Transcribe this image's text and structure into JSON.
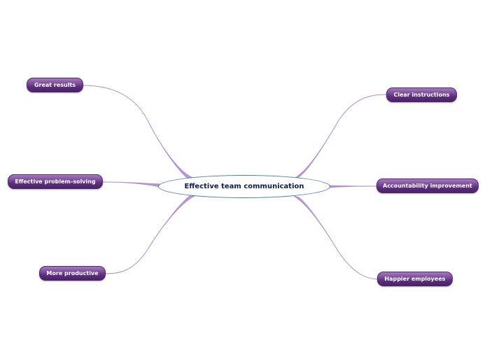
{
  "central_topic": {
    "label": "Effective team communication"
  },
  "left_topics": [
    {
      "label": "Great results"
    },
    {
      "label": "Effective problem-solving"
    },
    {
      "label": "More productive"
    }
  ],
  "right_topics": [
    {
      "label": "Clear instructions"
    },
    {
      "label": "Accountability improvement"
    },
    {
      "label": "Happier employees"
    }
  ],
  "colors": {
    "topic_fill": "#6b3a8c",
    "connector": "#b08fc9",
    "central_border": "#4a7b97",
    "central_text": "#0d1f46",
    "topic_text": "#ffffff"
  }
}
